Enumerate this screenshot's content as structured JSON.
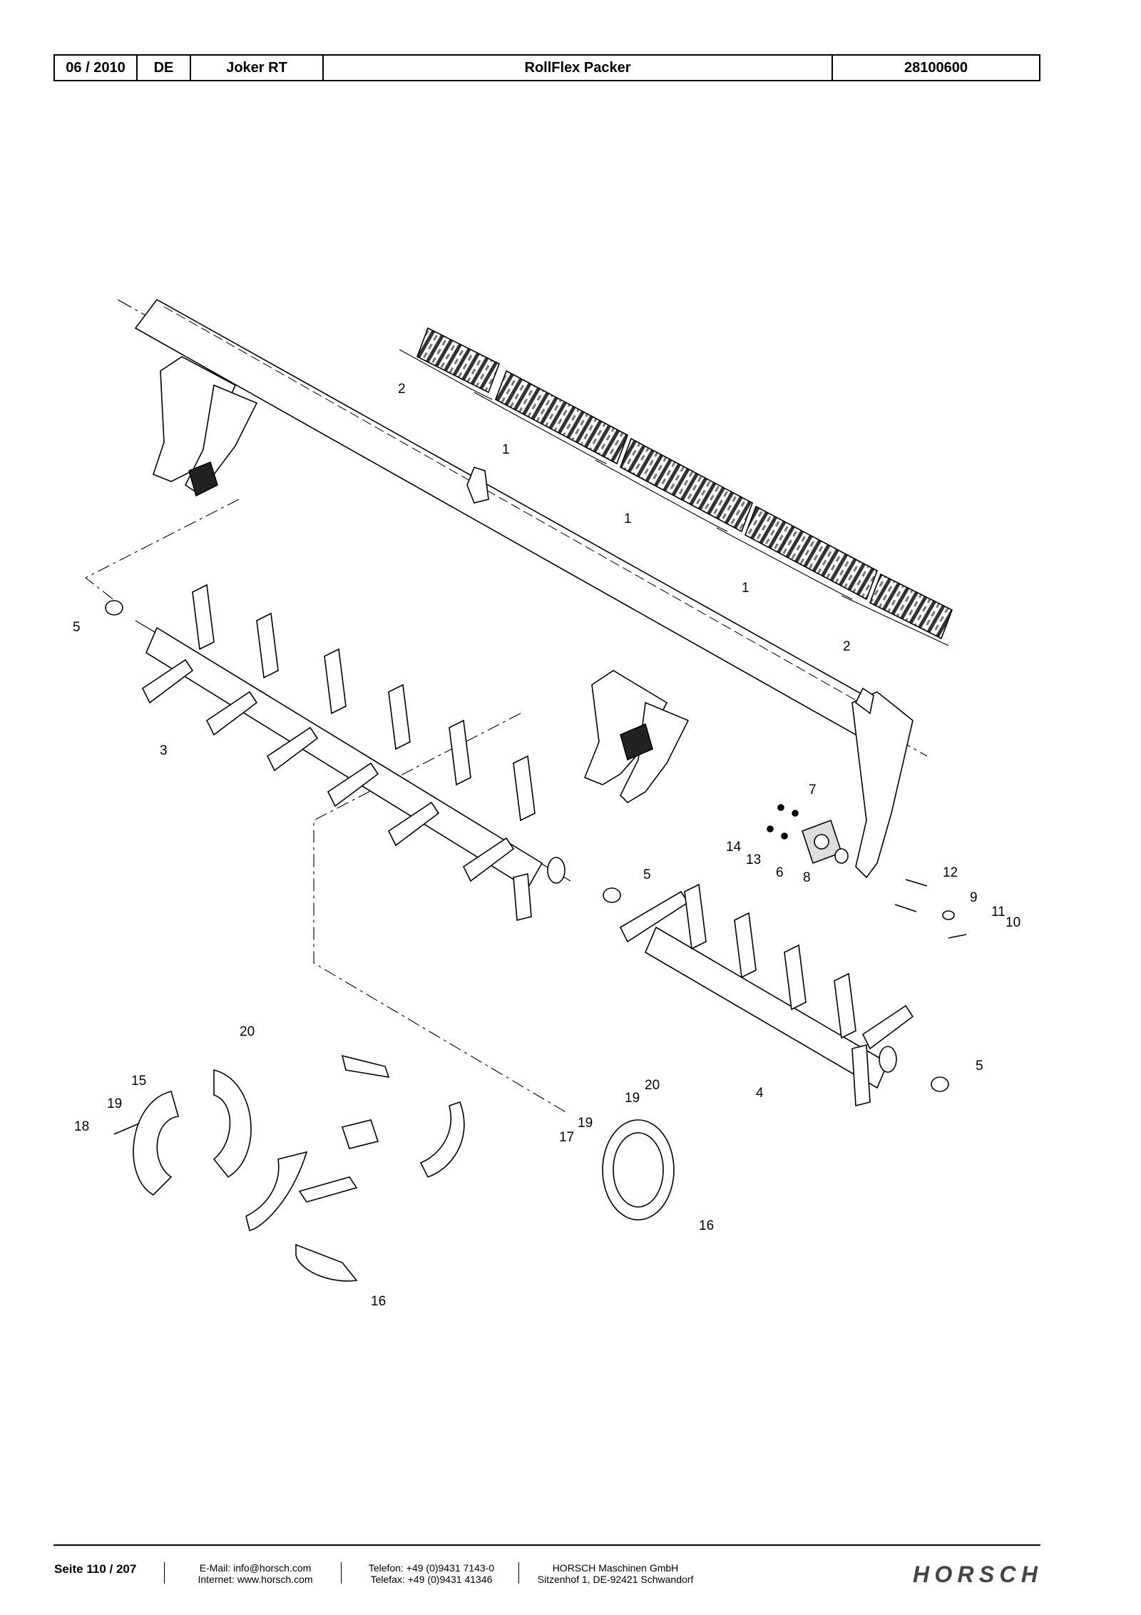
{
  "header": {
    "date": "06 / 2010",
    "language": "DE",
    "machine": "Joker RT",
    "assembly": "RollFlex Packer",
    "part_number": "28100600"
  },
  "callouts": {
    "c2a": "2",
    "c1a": "1",
    "c1b": "1",
    "c1c": "1",
    "c2b": "2",
    "c5a": "5",
    "c3": "3",
    "c5b": "5",
    "c5c": "5",
    "c4": "4",
    "c7": "7",
    "c14": "14",
    "c13": "13",
    "c6": "6",
    "c8": "8",
    "c12": "12",
    "c9": "9",
    "c11": "11",
    "c10": "10",
    "c20a": "20",
    "c15": "15",
    "c19a": "19",
    "c18": "18",
    "c20b": "20",
    "c19b": "19",
    "c19c": "19",
    "c17": "17",
    "c16a": "16",
    "c16b": "16"
  },
  "footer": {
    "page": "Seite 110 / 207",
    "email": "E-Mail: info@horsch.com",
    "internet": "Internet: www.horsch.com",
    "phone": "Telefon: +49 (0)9431 7143-0",
    "fax": "Telefax: +49 (0)9431 41346",
    "company": "HORSCH Maschinen GmbH",
    "address": "Sitzenhof 1, DE-92421 Schwandorf",
    "logo_text": "HORSCH"
  }
}
